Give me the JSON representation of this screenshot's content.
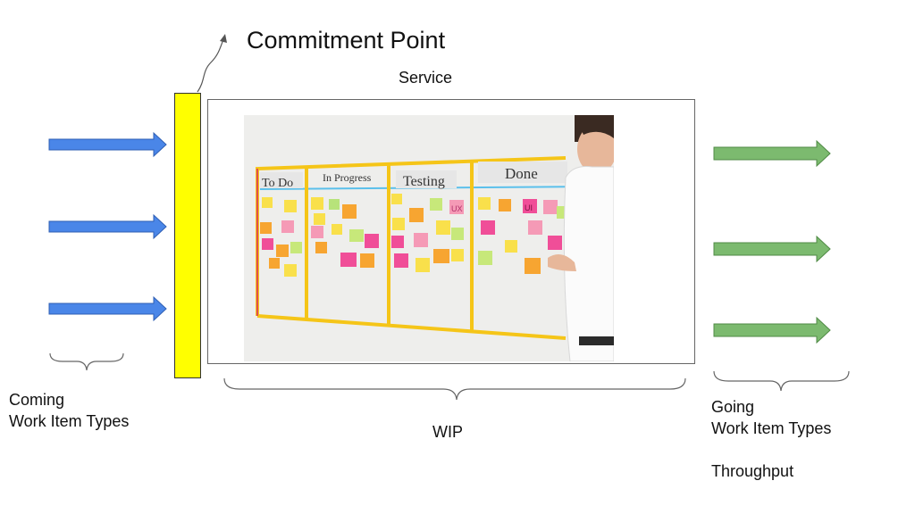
{
  "title": "Commitment Point",
  "service_label": "Service",
  "wip_label": "WIP",
  "left": {
    "label": "Coming\nWork Item Types"
  },
  "right": {
    "label": "Going\nWork Item Types\n\nThroughput"
  },
  "board": {
    "columns": [
      "To Do",
      "In Progress",
      "Testing",
      "Done"
    ],
    "tag_ux": "UX",
    "tag_ui": "UI"
  },
  "colors": {
    "commitment_bar": "#ffff00",
    "incoming_arrow": "#4a86e8",
    "outgoing_arrow": "#7cba6f",
    "board_tape": "#f5c518",
    "board_header_line": "#5bc0eb"
  }
}
